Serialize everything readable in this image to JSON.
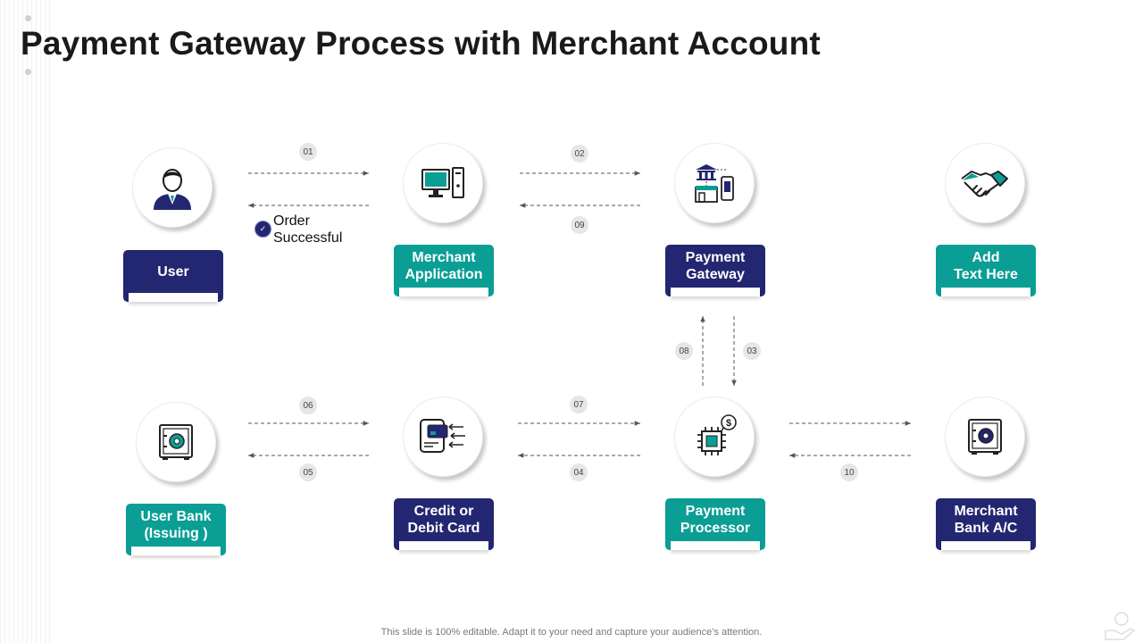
{
  "slide": {
    "title": "Payment Gateway Process with Merchant Account",
    "footer": "This slide is 100% editable. Adapt it to your need and capture your audience’s attention."
  },
  "nodes": {
    "user": {
      "label": "User",
      "icon": "user-icon",
      "color": "#232670"
    },
    "merchant_application": {
      "label": "Merchant\nApplication",
      "icon": "computer-icon",
      "color": "#0b9e95"
    },
    "payment_gateway": {
      "label": "Payment\nGateway",
      "icon": "payment-gateway-icon",
      "color": "#232670"
    },
    "add_text": {
      "label": "Add\nText Here",
      "icon": "handshake-icon",
      "color": "#0b9e95"
    },
    "user_bank": {
      "label": "User Bank\n(Issuing )",
      "icon": "safe-icon",
      "color": "#0b9e95"
    },
    "card": {
      "label": "Credit or\nDebit Card",
      "icon": "card-terminal-icon",
      "color": "#232670"
    },
    "processor": {
      "label": "Payment\nProcessor",
      "icon": "chip-dollar-icon",
      "color": "#0b9e95"
    },
    "merchant_bank": {
      "label": "Merchant\nBank A/C",
      "icon": "safe-icon",
      "color": "#232670"
    }
  },
  "steps": [
    "01",
    "02",
    "03",
    "04",
    "05",
    "06",
    "07",
    "08",
    "09",
    "10"
  ],
  "order_status": {
    "text": "Order\nSuccessful",
    "icon": "check-icon"
  }
}
